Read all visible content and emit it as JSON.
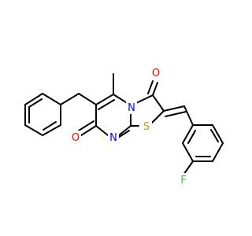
{
  "molecule": {
    "atoms": [
      {
        "label": "O",
        "role": "carbonyl-oxygen-top",
        "color": "#ff0000"
      },
      {
        "label": "N",
        "role": "ring-nitrogen-bridge",
        "color": "#0000ff"
      },
      {
        "label": "S",
        "role": "thiazole-sulfur",
        "color": "#b8a400"
      },
      {
        "label": "N",
        "role": "ring-nitrogen-imine",
        "color": "#0000ff"
      },
      {
        "label": "O",
        "role": "carbonyl-oxygen-left",
        "color": "#ff0000"
      },
      {
        "label": "F",
        "role": "fluorine-substituent",
        "color": "#33cc33"
      }
    ]
  }
}
